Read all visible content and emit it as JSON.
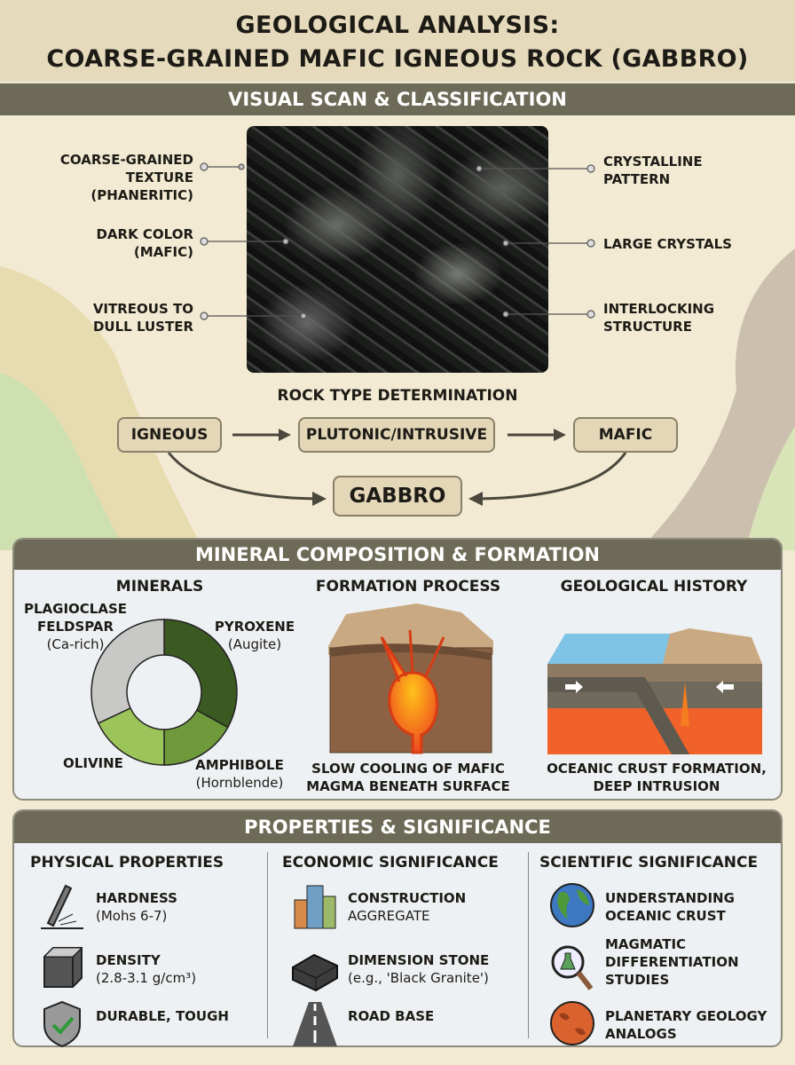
{
  "title": {
    "line1": "GEOLOGICAL ANALYSIS:",
    "line2": "COARSE-GRAINED MAFIC IGNEOUS ROCK (GABBRO)"
  },
  "visual_scan": {
    "header": "VISUAL SCAN & CLASSIFICATION",
    "left_labels": [
      {
        "line1": "COARSE-GRAINED",
        "line2": "TEXTURE (PHANERITIC)"
      },
      {
        "line1": "DARK COLOR",
        "line2": "(MAFIC)"
      },
      {
        "line1": "VITREOUS TO",
        "line2": "DULL LUSTER"
      }
    ],
    "right_labels": [
      {
        "line1": "CRYSTALLINE",
        "line2": "PATTERN"
      },
      {
        "line1": "LARGE CRYSTALS",
        "line2": ""
      },
      {
        "line1": "INTERLOCKING",
        "line2": "STRUCTURE"
      }
    ],
    "determination_title": "ROCK TYPE DETERMINATION",
    "steps": [
      "IGNEOUS",
      "PLUTONIC/INTRUSIVE",
      "MAFIC"
    ],
    "result": "GABBRO"
  },
  "composition": {
    "header": "MINERAL COMPOSITION & FORMATION",
    "minerals_title": "MINERALS",
    "donut": [
      {
        "name": "PYROXENE",
        "sub": "(Augite)",
        "fraction": 0.33,
        "color": "#3b5a22"
      },
      {
        "name": "AMPHIBOLE",
        "sub": "(Hornblende)",
        "fraction": 0.17,
        "color": "#6f9a3c"
      },
      {
        "name": "OLIVINE",
        "sub": "",
        "fraction": 0.18,
        "color": "#9bc55a"
      },
      {
        "name": "PLAGIOCLASE FELDSPAR",
        "sub": "(Ca-rich)",
        "fraction": 0.32,
        "color": "#c8c8c6"
      }
    ],
    "plag_line1": "PLAGIOCLASE",
    "plag_line2": "FELDSPAR",
    "formation_title": "FORMATION PROCESS",
    "formation_caption1": "SLOW COOLING OF MAFIC",
    "formation_caption2": "MAGMA BENEATH SURFACE",
    "history_title": "GEOLOGICAL HISTORY",
    "history_caption1": "OCEANIC CRUST FORMATION,",
    "history_caption2": "DEEP INTRUSION"
  },
  "properties": {
    "header": "PROPERTIES & SIGNIFICANCE",
    "columns": [
      {
        "title": "PHYSICAL PROPERTIES",
        "items": [
          {
            "icon": "pencil-scratch-icon",
            "line1": "HARDNESS",
            "line2": "(Mohs 6-7)"
          },
          {
            "icon": "cube-icon",
            "line1": "DENSITY",
            "line2": "(2.8-3.1 g/cm³)"
          },
          {
            "icon": "shield-check-icon",
            "line1": "DURABLE, TOUGH",
            "line2": ""
          }
        ]
      },
      {
        "title": "ECONOMIC SIGNIFICANCE",
        "items": [
          {
            "icon": "buildings-icon",
            "line1": "CONSTRUCTION",
            "line2": "AGGREGATE"
          },
          {
            "icon": "stone-slab-icon",
            "line1": "DIMENSION STONE",
            "line2": "(e.g., 'Black Granite')"
          },
          {
            "icon": "road-icon",
            "line1": "ROAD BASE",
            "line2": ""
          }
        ]
      },
      {
        "title": "SCIENTIFIC SIGNIFICANCE",
        "items": [
          {
            "icon": "globe-icon",
            "line1": "UNDERSTANDING",
            "line2": "OCEANIC CRUST"
          },
          {
            "icon": "magnifier-flask-icon",
            "line1": "MAGMATIC",
            "line2": "DIFFERENTIATION STUDIES"
          },
          {
            "icon": "planet-icon",
            "line1": "PLANETARY GEOLOGY",
            "line2": "ANALOGS"
          }
        ]
      }
    ]
  }
}
